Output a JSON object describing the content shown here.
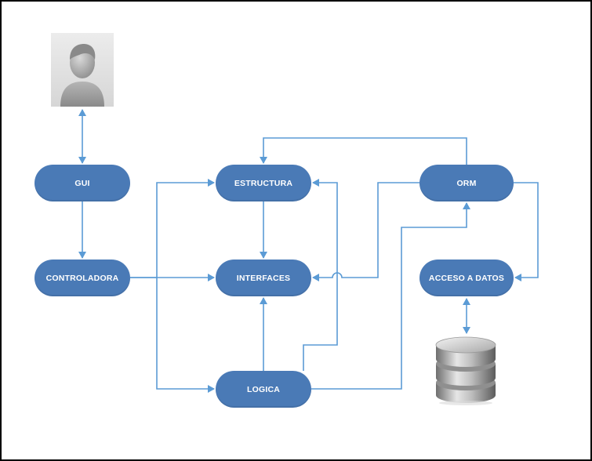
{
  "nodes": {
    "gui": "GUI",
    "controladora": "CONTROLADORA",
    "estructura": "ESTRUCTURA",
    "interfaces": "INTERFACES",
    "logica": "LOGICA",
    "orm": "ORM",
    "acceso_datos": "ACCESO A DATOS"
  },
  "icons": {
    "user": "user-avatar-icon",
    "database": "database-icon"
  },
  "colors": {
    "node_fill": "#4a7ab6",
    "connector": "#5b9bd5",
    "node_text": "#ffffff"
  }
}
